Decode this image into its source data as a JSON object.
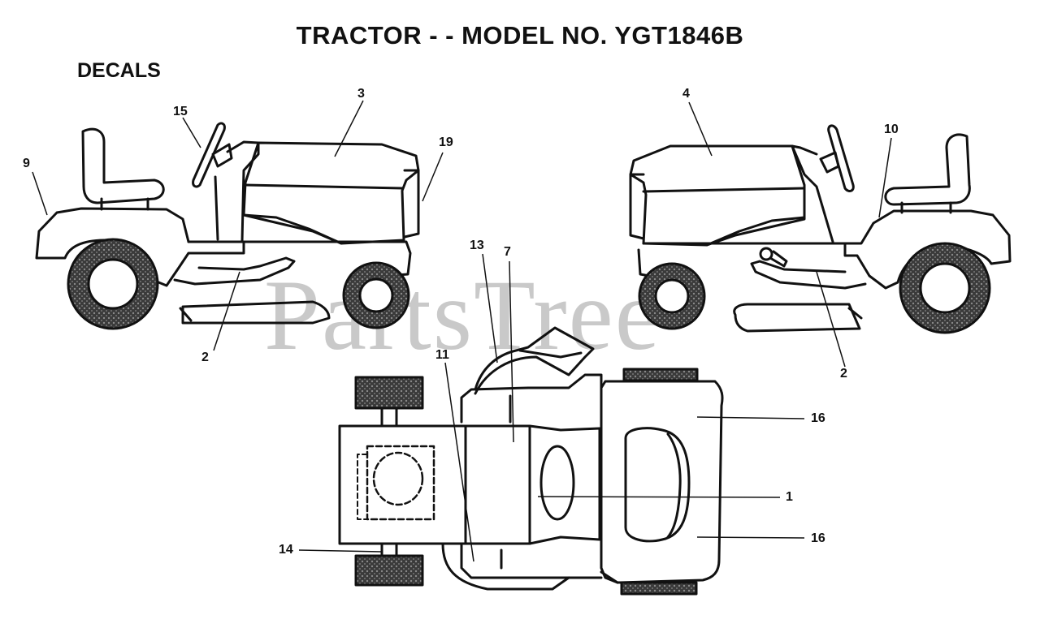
{
  "header": {
    "title": "TRACTOR - - MODEL NO. YGT1846B",
    "subtitle": "DECALS"
  },
  "watermark": "PartsTree",
  "callouts": {
    "c1": "1",
    "c2_left": "2",
    "c2_right": "2",
    "c3": "3",
    "c4": "4",
    "c7": "7",
    "c9": "9",
    "c10": "10",
    "c11": "11",
    "c13": "13",
    "c14": "14",
    "c15": "15",
    "c16_top": "16",
    "c16_bottom": "16",
    "c19": "19"
  },
  "colors": {
    "line": "#111111",
    "tire_fill": "#4a4a4a",
    "watermark": "#c9c9c9"
  }
}
